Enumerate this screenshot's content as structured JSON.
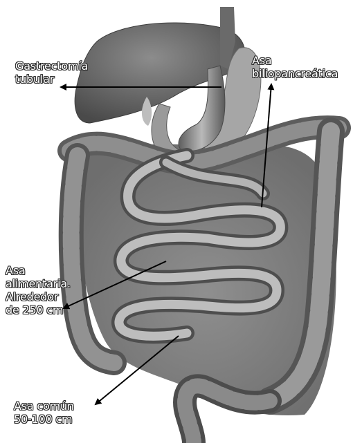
{
  "labels": {
    "gastrectomy": [
      "Gastrectomía",
      "tubular"
    ],
    "biliopancreatic": [
      "Asa",
      "biliopancreática"
    ],
    "alimentary": [
      "Asa",
      "alimentaria.",
      "Alrededor",
      "de 250 cm"
    ],
    "common": [
      "Asa común",
      "50-100 cm"
    ]
  },
  "colors": {
    "background_tissue": "#8a8a8a",
    "label_text": "#ffffff",
    "label_outline": "#2a2a2a",
    "arrow": "#000000"
  }
}
